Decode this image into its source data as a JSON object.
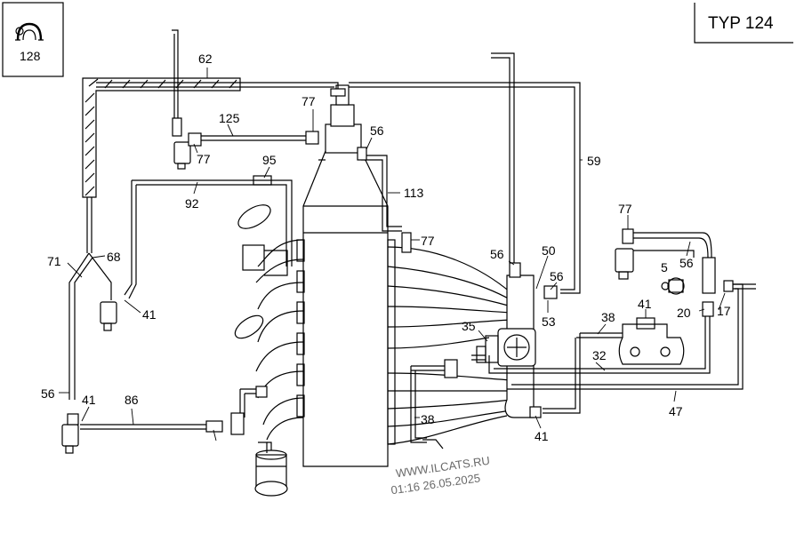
{
  "title_box": {
    "text": "TYP 124"
  },
  "inset_box": {
    "number": "128"
  },
  "watermark": {
    "site": "WWW.ILCATS.RU",
    "timestamp": "01:16 26.05.2025"
  },
  "part_labels": [
    "62",
    "77",
    "125",
    "77",
    "56",
    "95",
    "92",
    "113",
    "59",
    "77",
    "71",
    "68",
    "41",
    "77",
    "56",
    "50",
    "56",
    "5",
    "53",
    "35",
    "41",
    "38",
    "20",
    "17",
    "32",
    "47",
    "56",
    "41",
    "86",
    "38",
    "41",
    "56"
  ]
}
